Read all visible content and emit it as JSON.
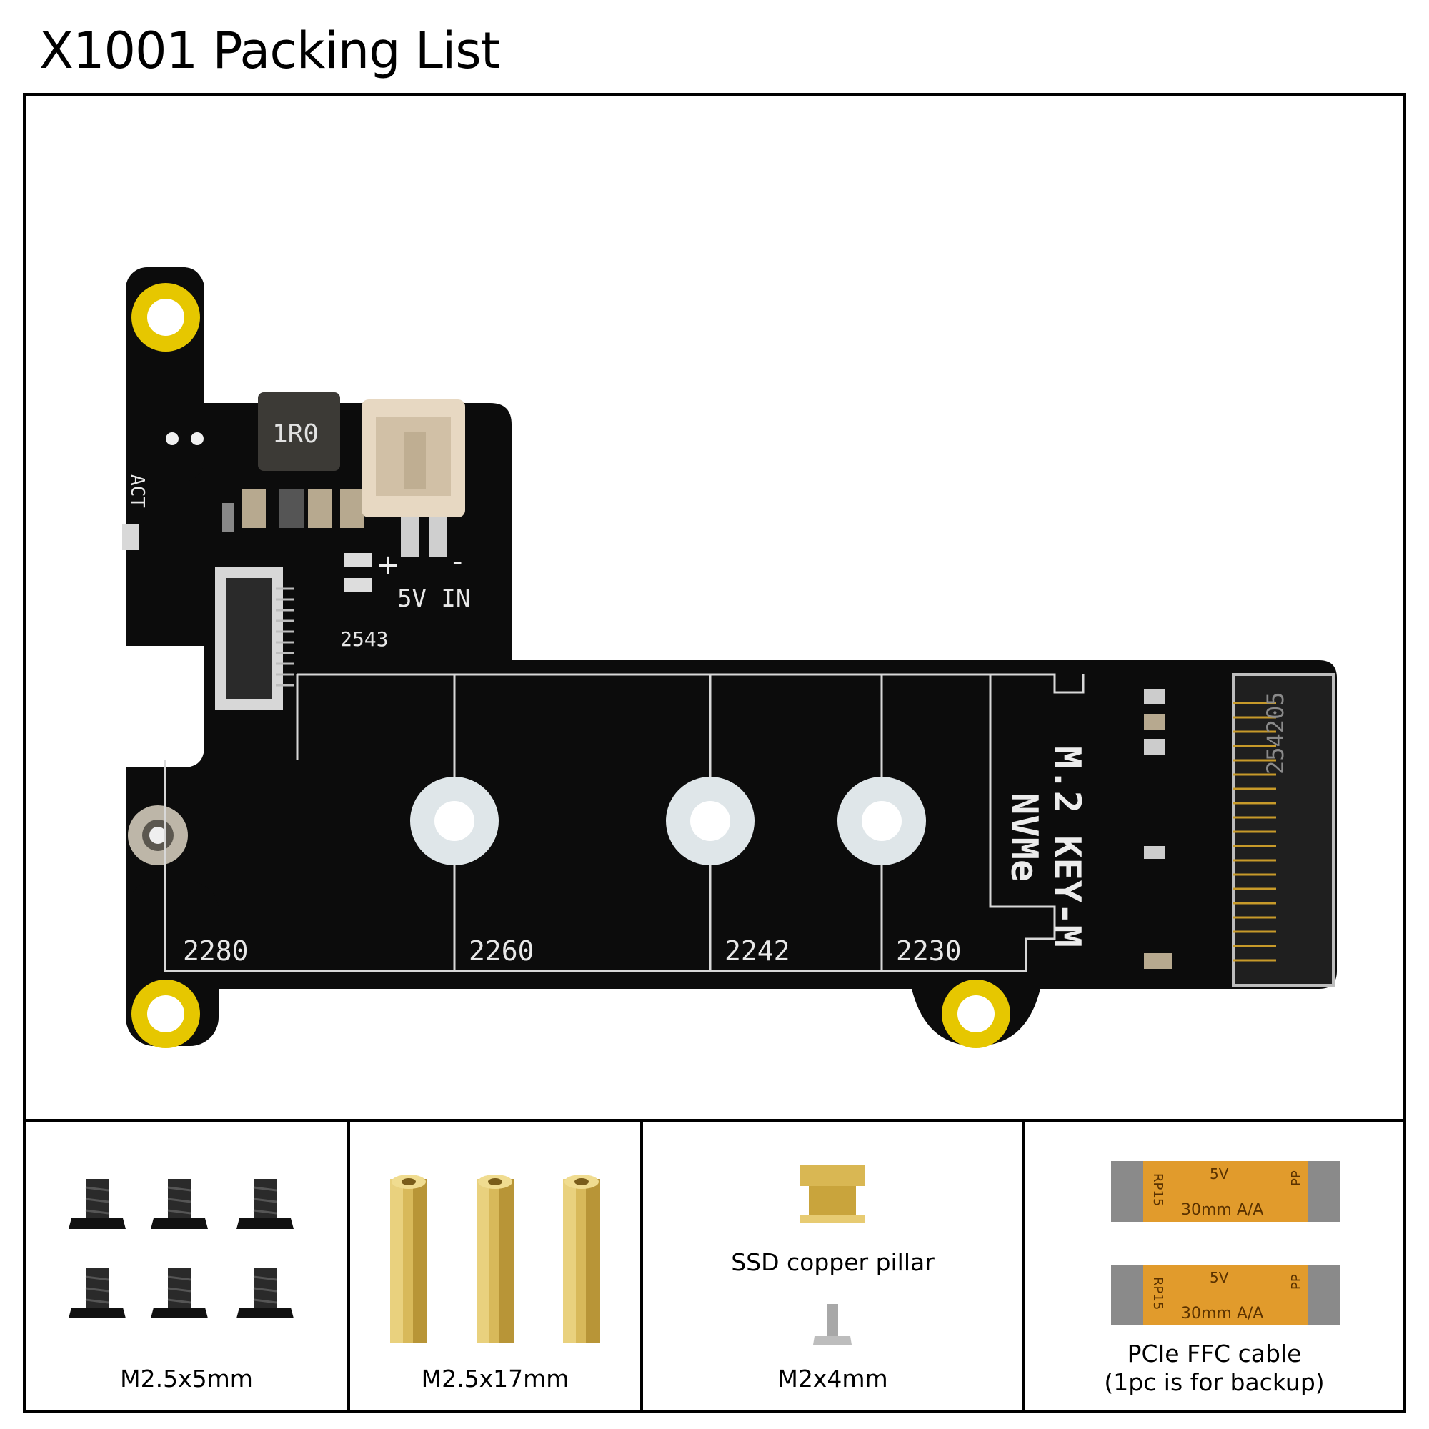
{
  "page": {
    "title": "X1001 Packing List"
  },
  "board": {
    "labels": {
      "act": "ACT",
      "inductor": "1R0",
      "power_in": "5V IN",
      "plus": "+",
      "minus": "-",
      "code": "2543",
      "m2_key": "M.2 KEY-M",
      "nvme": "NVMe",
      "connector_code": "254205",
      "size_2280": "2280",
      "size_2260": "2260",
      "size_2242": "2242",
      "size_2230": "2230"
    }
  },
  "items": [
    {
      "caption": "M2.5x5mm"
    },
    {
      "caption": "M2.5x17mm"
    },
    {
      "caption_top": "SSD copper pillar",
      "caption_bottom": "M2x4mm"
    },
    {
      "caption_lines": [
        "PCIe FFC cable",
        "(1pc is for backup)"
      ]
    }
  ],
  "cable": {
    "label_5v": "5V",
    "label_rp": "RP15",
    "label_pp": "PP",
    "label_len": "30mm A/A"
  }
}
